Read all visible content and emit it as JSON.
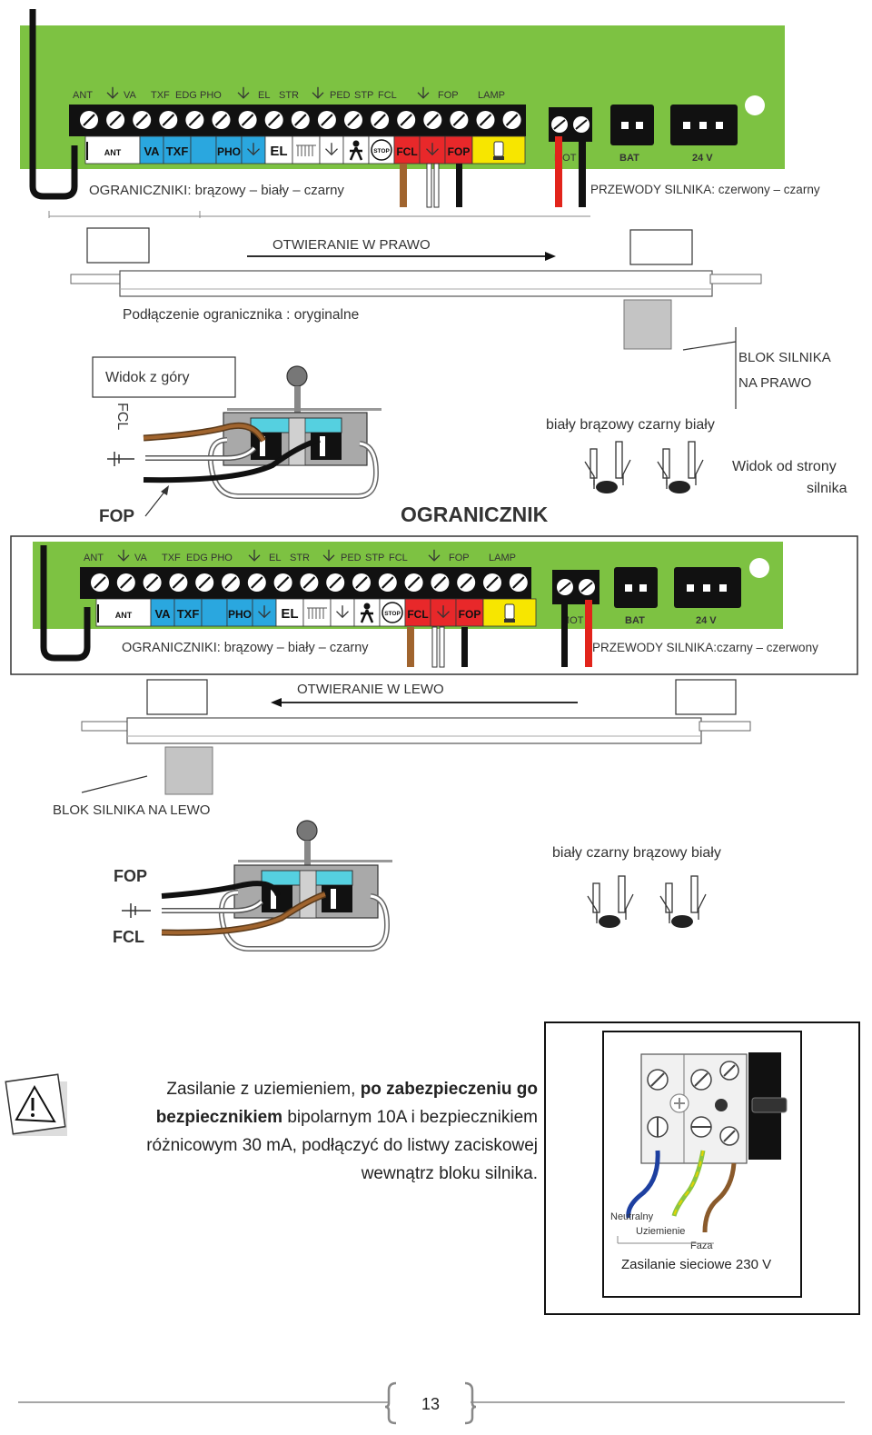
{
  "terminal_labels": [
    "ANT",
    "VA",
    "TXF",
    "EDG",
    "PHO",
    "EL",
    "STR",
    "PED",
    "STP",
    "FCL",
    "FOP",
    "LAMP"
  ],
  "strip_labels": [
    "ANT",
    "VA",
    "TXF",
    "PHO",
    "EL",
    "STOP",
    "FCL",
    "FOP"
  ],
  "connectors": {
    "mot": "MOT",
    "bat": "BAT",
    "v24": "24 V"
  },
  "diagram_right": {
    "limits_label": "OGRANICZNIKI: brązowy – biały – czarny",
    "motor_wires_label": "PRZEWODY SILNIKA: czerwony – czarny",
    "direction_label": "OTWIERANIE W PRAWO",
    "connection_label": "Podłączenie ogranicznika : oryginalne",
    "block_label_1": "BLOK SILNIKA",
    "block_label_2": "NA PRAWO",
    "top_view": "Widok z góry",
    "fcl": "FCL",
    "fop": "FOP",
    "switch_title": "OGRANICZNIK",
    "wires_caption": "biały  brązowy  czarny   biały",
    "side_view_1": "Widok od strony",
    "side_view_2": "silnika"
  },
  "diagram_left": {
    "limits_label": "OGRANICZNIKI: brązowy – biały – czarny",
    "motor_wires_label": "PRZEWODY SILNIKA:czarny – czerwony",
    "direction_label": "OTWIERANIE W LEWO",
    "block_label": "BLOK SILNIKA NA LEWO",
    "fop": "FOP",
    "fcl": "FCL",
    "wires_caption": "biały  czarny  brązowy biały"
  },
  "warning": {
    "part1": "Zasilanie z uziemieniem, ",
    "bold1": "po zabezpieczeniu go bezpiecznikiem",
    "part2": " bipolarnym 10A i bezpiecznikiem różnicowym 30 mA, podłączyć do listwy zaciskowej wewnątrz bloku silnika."
  },
  "power": {
    "neutral": "Neutralny",
    "earth": "Uziemienie",
    "phase": "Faza",
    "caption": "Zasilanie sieciowe 230 V"
  },
  "page_number": "13",
  "colors": {
    "board": "#7dc242",
    "va_blue": "#2aa7df",
    "fcl_red": "#e8282a",
    "lamp_yellow": "#f7e600",
    "brown": "#a0642e",
    "motor_red": "#e2241b"
  }
}
